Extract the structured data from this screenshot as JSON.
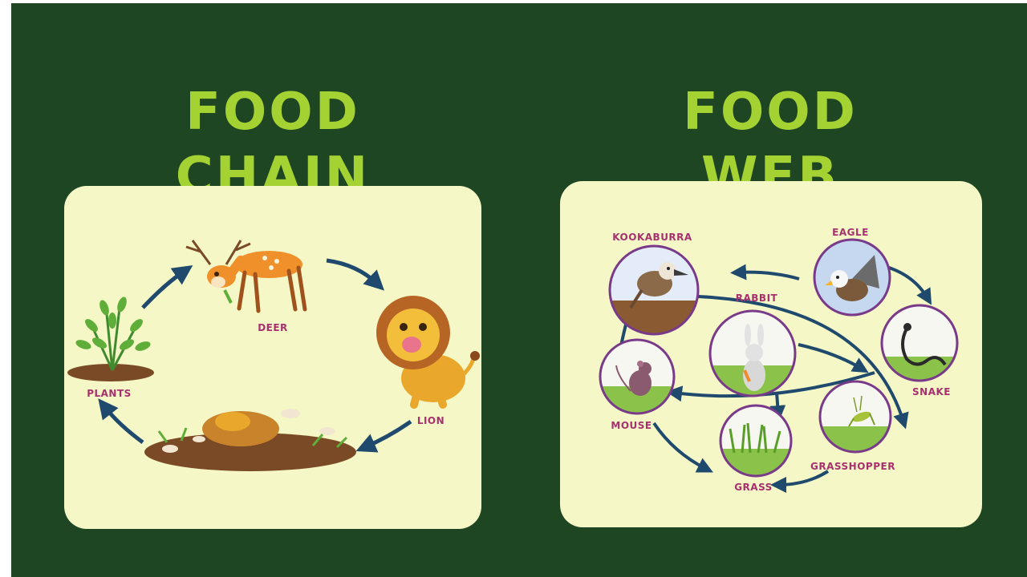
{
  "food_chain": {
    "title": "FOOD CHAIN",
    "labels": {
      "plants": "PLANTS",
      "deer": "DEER",
      "lion": "LION"
    }
  },
  "food_web": {
    "title": "FOOD WEB",
    "labels": {
      "kookaburra": "KOOKABURRA",
      "eagle": "EAGLE",
      "rabbit": "RABBIT",
      "snake": "SNAKE",
      "mouse": "MOUSE",
      "grasshopper": "GRASSHOPPER",
      "grass": "GRASS"
    }
  },
  "colors": {
    "background": "#1f4623",
    "title": "#a4d233",
    "panel": "#f5f8c6",
    "arrow": "#1f4a6e",
    "label": "#a8306f",
    "circle_ring": "#7a3a8a"
  },
  "icons": [
    "plant-icon",
    "deer-icon",
    "lion-icon",
    "decomposing-lion-icon",
    "kookaburra-icon",
    "eagle-icon",
    "rabbit-icon",
    "snake-icon",
    "mouse-icon",
    "grasshopper-icon",
    "grass-icon"
  ]
}
